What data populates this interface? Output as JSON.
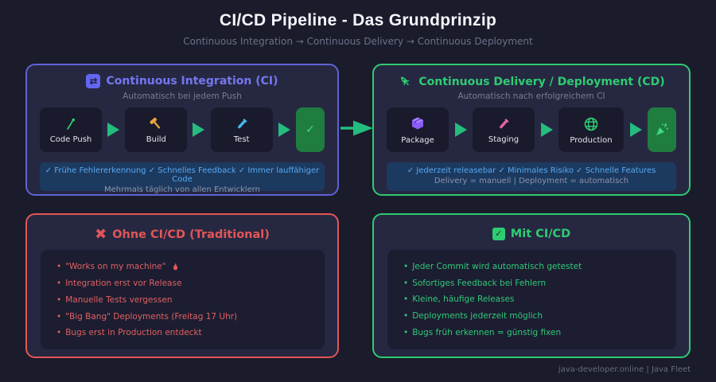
{
  "page": {
    "title": "CI/CD Pipeline - Das Grundprinzip",
    "subtitle": "Continuous Integration → Continuous Delivery → Continuous Deployment",
    "footer": "java-developer.online | Java Fleet"
  },
  "icons": {
    "sync": "⇄",
    "check": "✓",
    "cross": "✖",
    "checkbox": "✓"
  },
  "colors": {
    "background": "#1a1b2b",
    "panel": "#262842",
    "ci_accent": "#6366f1",
    "cd_accent": "#2ecc71",
    "bad_accent": "#e25656",
    "band_blue": "#1c3a60",
    "band_text": "#58a9f1",
    "arrow_green": "#24bd7e"
  },
  "ci": {
    "title": "Continuous Integration (CI)",
    "subtitle": "Automatisch bei jedem Push",
    "steps": [
      {
        "label": "Code Push",
        "icon": "commit-arrow"
      },
      {
        "label": "Build",
        "icon": "hammer"
      },
      {
        "label": "Test",
        "icon": "test-tube-blue"
      }
    ],
    "benefits": "✓ Frühe Fehlererkennung ✓ Schnelles Feedback ✓ Immer lauffähiger Code",
    "note": "Mehrmals täglich von allen Entwicklern"
  },
  "cd": {
    "title": "Continuous Delivery / Deployment (CD)",
    "subtitle": "Automatisch nach erfolgreichem CI",
    "steps": [
      {
        "label": "Package",
        "icon": "package-cube"
      },
      {
        "label": "Staging",
        "icon": "test-tube-pink"
      },
      {
        "label": "Production",
        "icon": "globe"
      }
    ],
    "benefits": "✓ Jederzeit releasebar ✓ Minimales Risiko ✓ Schnelle Features",
    "note": "Delivery = manuell | Deployment = automatisch"
  },
  "without": {
    "title": "Ohne CI/CD (Traditional)",
    "items": [
      "\"Works on my machine\"",
      "Integration erst vor Release",
      "Manuelle Tests vergessen",
      "\"Big Bang\" Deployments (Freitag 17 Uhr)",
      "Bugs erst in Production entdeckt"
    ]
  },
  "with": {
    "title": "Mit CI/CD",
    "items": [
      "Jeder Commit wird automatisch getestet",
      "Sofortiges Feedback bei Fehlern",
      "Kleine, häufige Releases",
      "Deployments jederzeit möglich",
      "Bugs früh erkennen = günstig fixen"
    ]
  }
}
